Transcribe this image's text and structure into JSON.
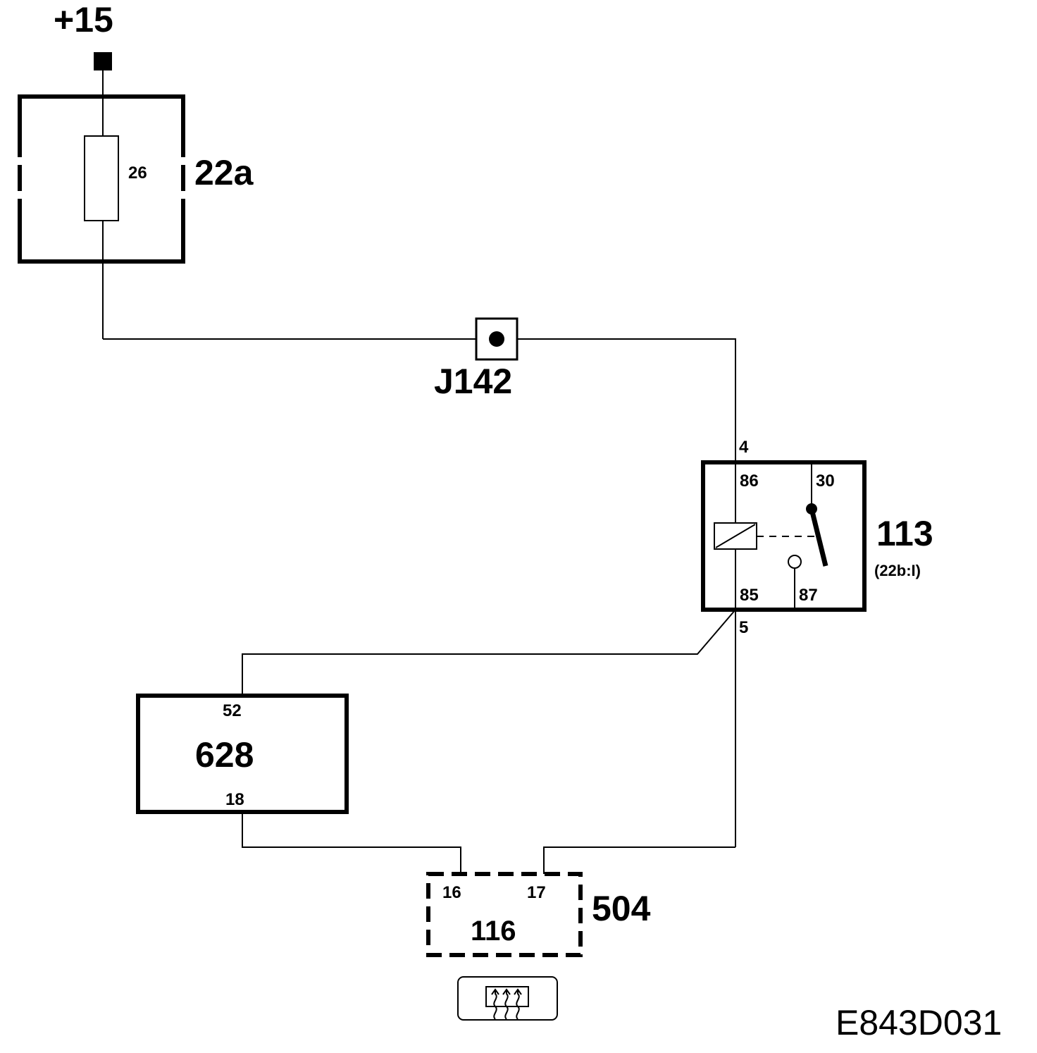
{
  "supply": {
    "label": "+15"
  },
  "fuse_box": {
    "id": "22a",
    "fuse_number": "26"
  },
  "junction": {
    "id": "J142"
  },
  "relay": {
    "id": "113",
    "location": "(22b:I)",
    "connector_pin_top": "4",
    "connector_pin_bottom": "5",
    "terminals": {
      "t86": "86",
      "t30": "30",
      "t85": "85",
      "t87": "87"
    }
  },
  "module_628": {
    "id": "628",
    "pin_top": "52",
    "pin_bottom": "18"
  },
  "connector_504": {
    "id": "504",
    "component": "116",
    "pin_left": "16",
    "pin_right": "17"
  },
  "switch_icon": {
    "icon": "rear-defrost-icon"
  },
  "diagram_code": "E843D031"
}
